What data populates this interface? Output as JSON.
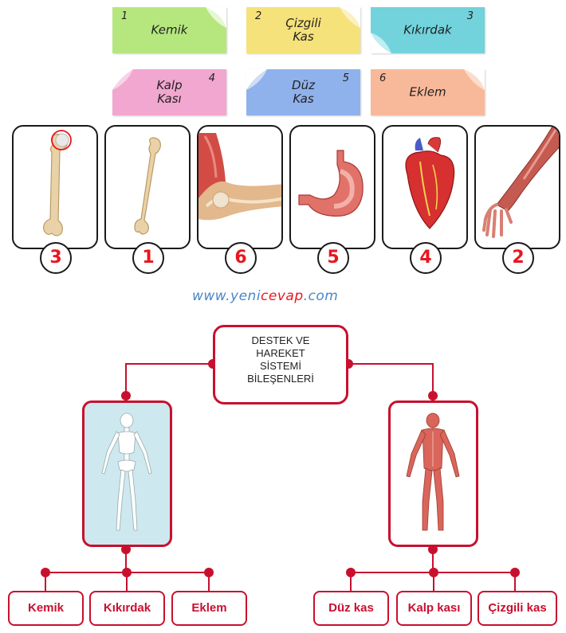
{
  "notes": [
    {
      "num": "1",
      "label": "Kemik",
      "color": "#b6e77f"
    },
    {
      "num": "2",
      "label": "Çizgili\nKas",
      "color": "#f6e27a"
    },
    {
      "num": "3",
      "label": "Kıkırdak",
      "color": "#72d3dc"
    },
    {
      "num": "4",
      "label": "Kalp\nKası",
      "color": "#f1a7cf"
    },
    {
      "num": "5",
      "label": "Düz\nKas",
      "color": "#8fb2ec"
    },
    {
      "num": "6",
      "label": "Eklem",
      "color": "#f8b99a"
    }
  ],
  "cards": [
    {
      "image": "femur-with-cartilage-icon",
      "answer": "3"
    },
    {
      "image": "bone-icon",
      "answer": "1"
    },
    {
      "image": "elbow-joint-icon",
      "answer": "6"
    },
    {
      "image": "stomach-icon",
      "answer": "5"
    },
    {
      "image": "heart-icon",
      "answer": "4"
    },
    {
      "image": "arm-muscle-icon",
      "answer": "2"
    }
  ],
  "watermark": {
    "part1": "www.yeni",
    "part2": "cevap",
    "part3": ".com"
  },
  "diagram": {
    "root": "DESTEK VE\nHAREKET\nSİSTEMİ\nBİLEŞENLERİ",
    "left": {
      "image": "skeleton-icon",
      "background": "#cde8ee",
      "leaves": [
        "Kemik",
        "Kıkırdak",
        "Eklem"
      ]
    },
    "right": {
      "image": "muscular-system-icon",
      "background": "#ffffff",
      "leaves": [
        "Düz kas",
        "Kalp kası",
        "Çizgili kas"
      ]
    }
  },
  "colors": {
    "accent": "#c8102e",
    "answer": "#e8161e"
  }
}
